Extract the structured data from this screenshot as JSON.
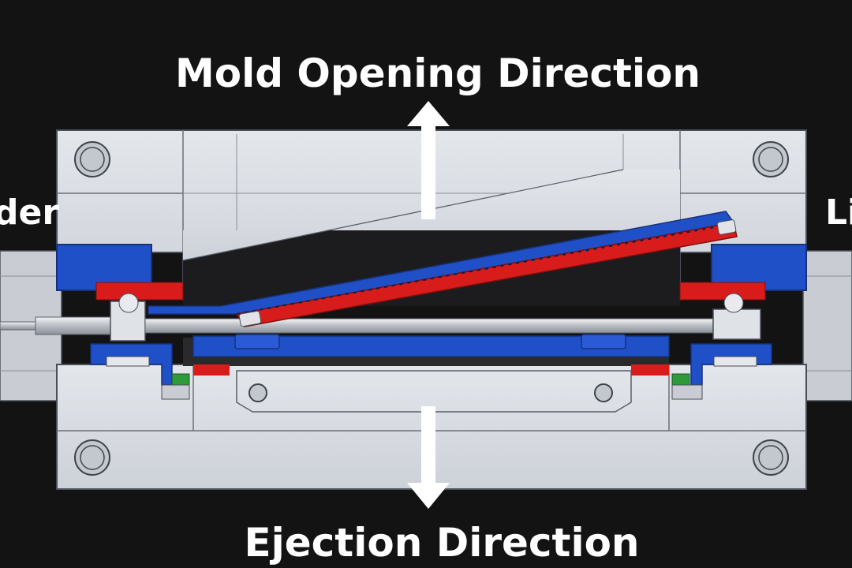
{
  "labels": {
    "top": "Mold Opening Direction",
    "bottom": "Ejection Direction",
    "left_partial": "der",
    "right_partial": "Li"
  },
  "colors": {
    "background": "#131313",
    "steel": "#d8dbe1",
    "steel_edge": "#4a4e57",
    "blue_part": "#2050c8",
    "red_part": "#d81c1c",
    "green_part": "#2e9a3a",
    "arrow": "#ffffff"
  },
  "icons": [
    "arrow-up-icon",
    "arrow-down-icon"
  ]
}
